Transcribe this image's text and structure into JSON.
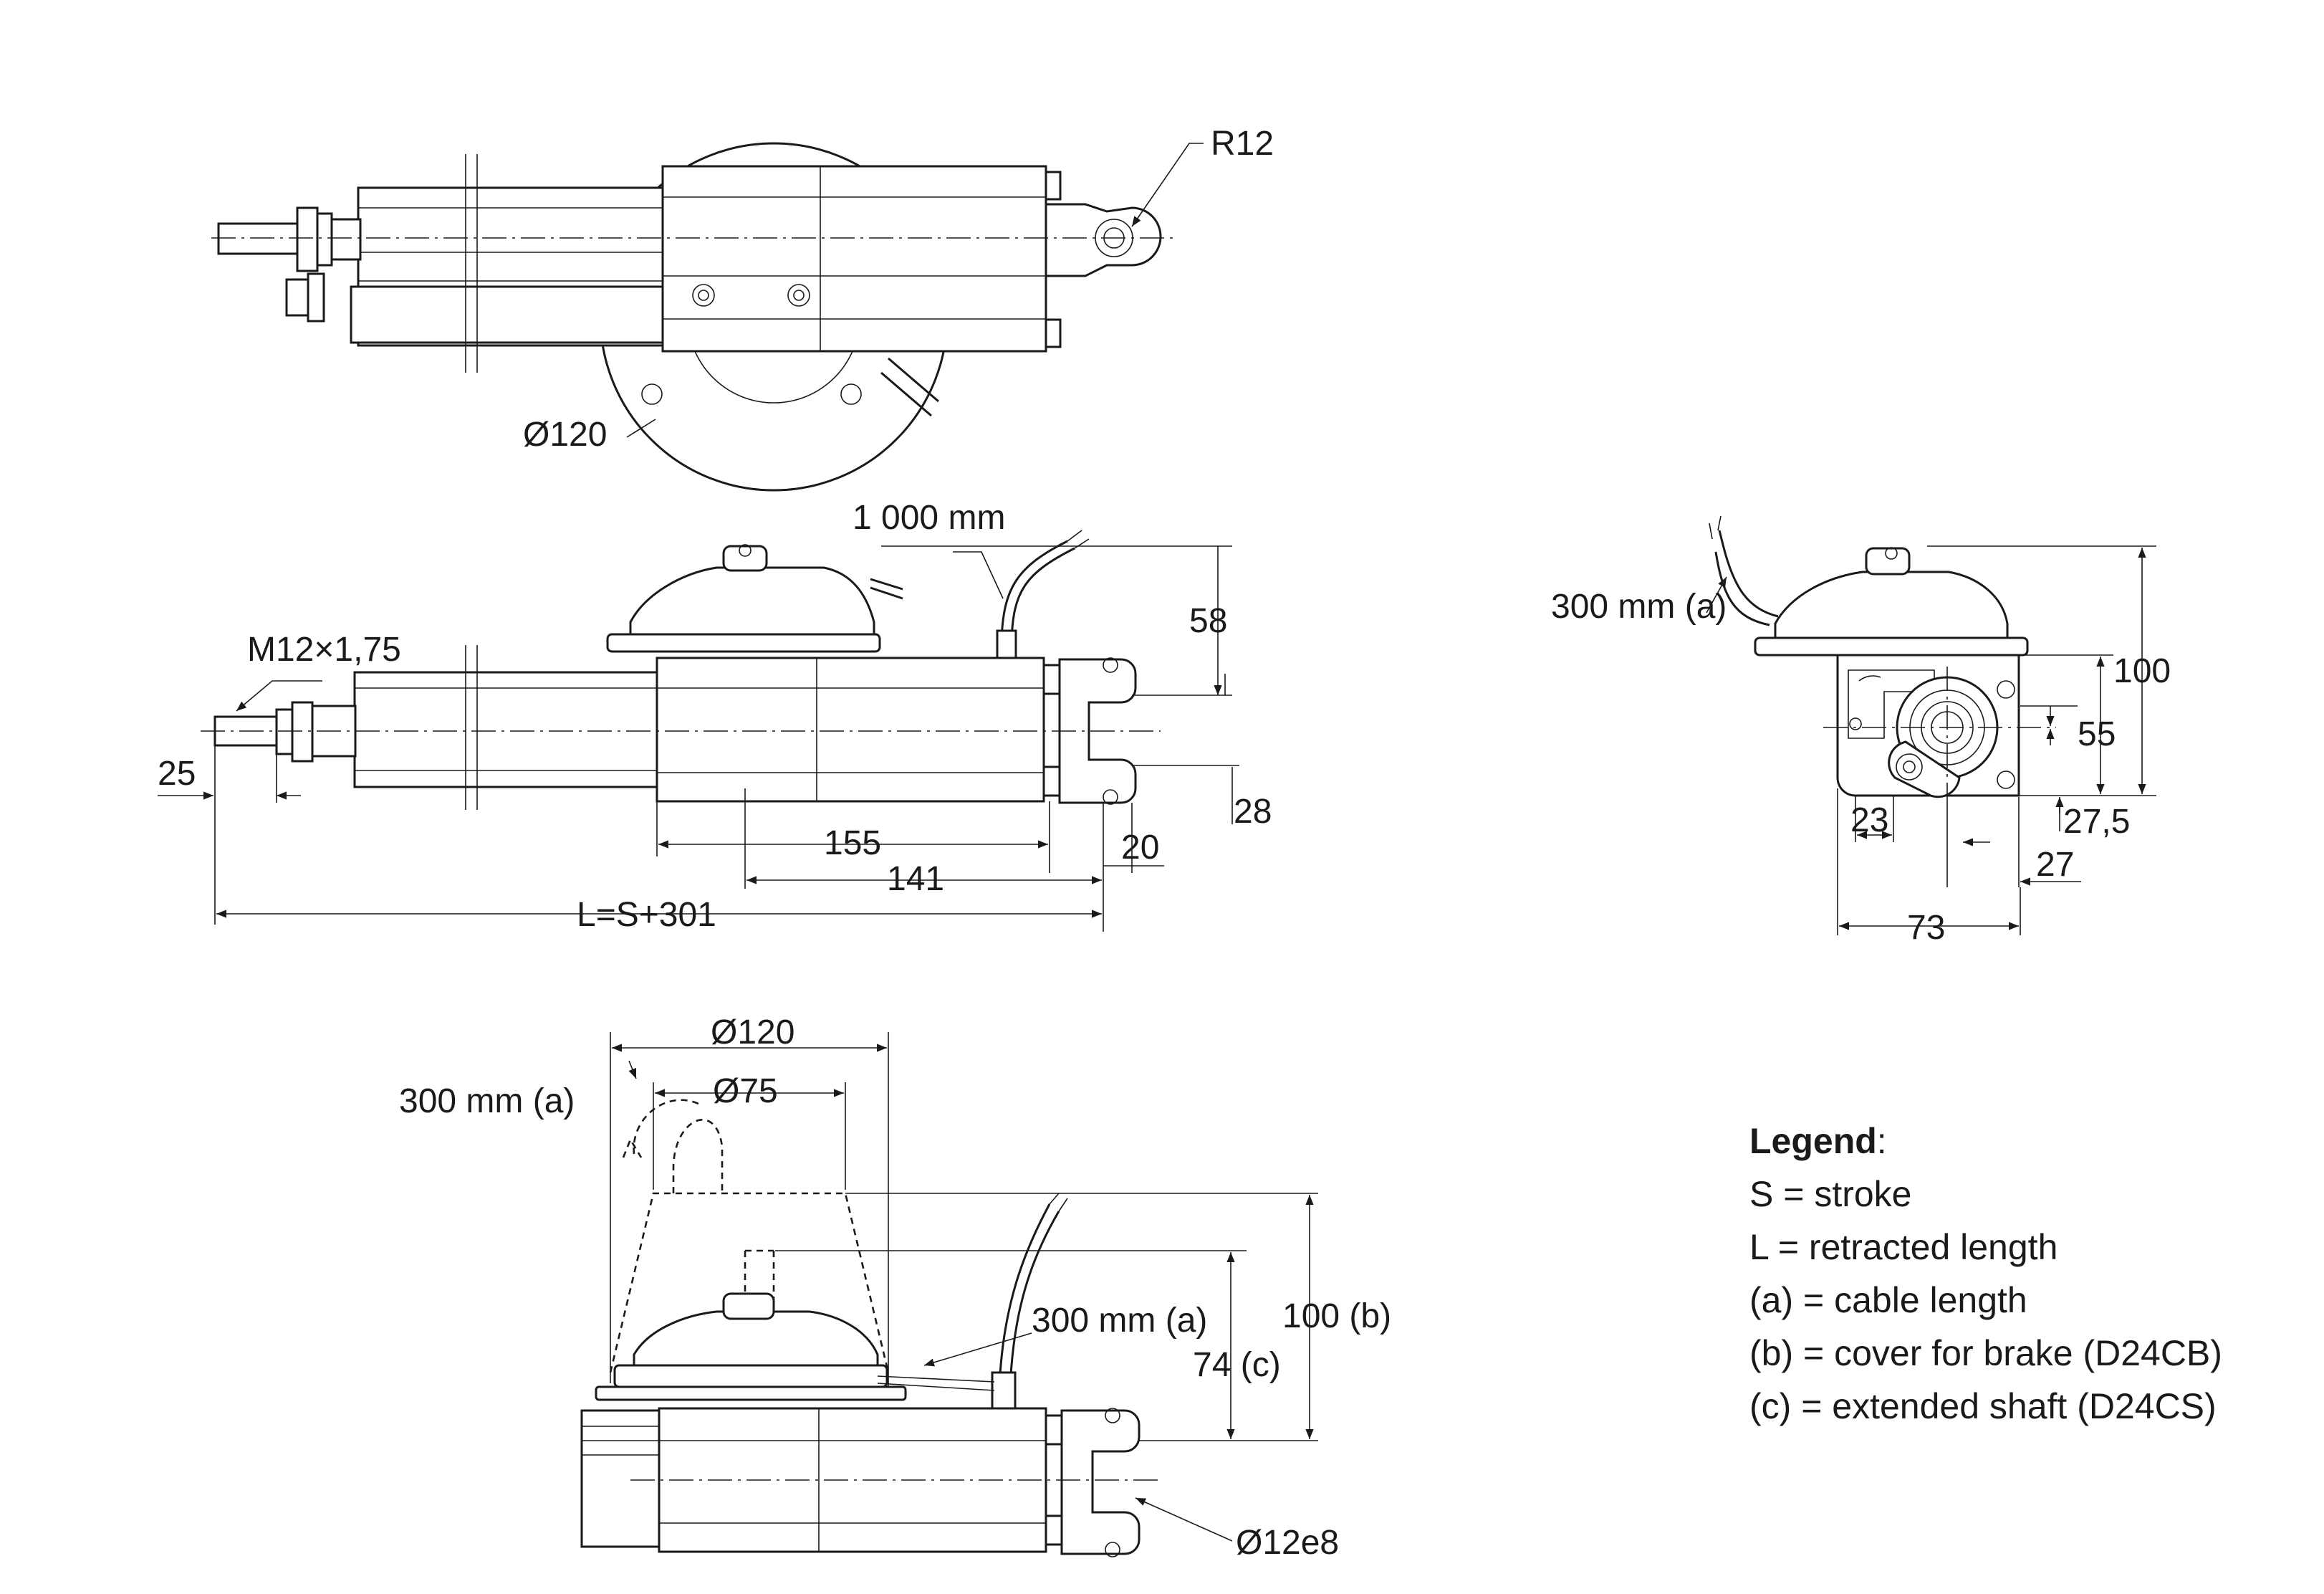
{
  "dimensions": {
    "top_view": {
      "r12": "R12",
      "dia120": "Ø120"
    },
    "side_view": {
      "cable_1000": "1 000 mm",
      "thread": "M12×1,75",
      "d58": "58",
      "d25": "25",
      "d28": "28",
      "d155": "155",
      "d141": "141",
      "d20": "20",
      "length": "L=S+301"
    },
    "end_view": {
      "cable_300a": "300 mm (a)",
      "d100": "100",
      "d55": "55",
      "d23": "23",
      "d27_5": "27,5",
      "d27": "27",
      "d73": "73"
    },
    "brake_view": {
      "dia120": "Ø120",
      "dia75": "Ø75",
      "cable_300a_left": "300 mm (a)",
      "cable_300a_right": "300 mm (a)",
      "d100b": "100 (b)",
      "d74c": "74 (c)",
      "dia12e8": "Ø12e8"
    }
  },
  "legend": {
    "title": "Legend",
    "colon": ":",
    "items": [
      "S = stroke",
      "L = retracted length",
      "(a) = cable length",
      "(b) = cover for brake (D24CB)",
      "(c) = extended shaft (D24CS)"
    ]
  }
}
